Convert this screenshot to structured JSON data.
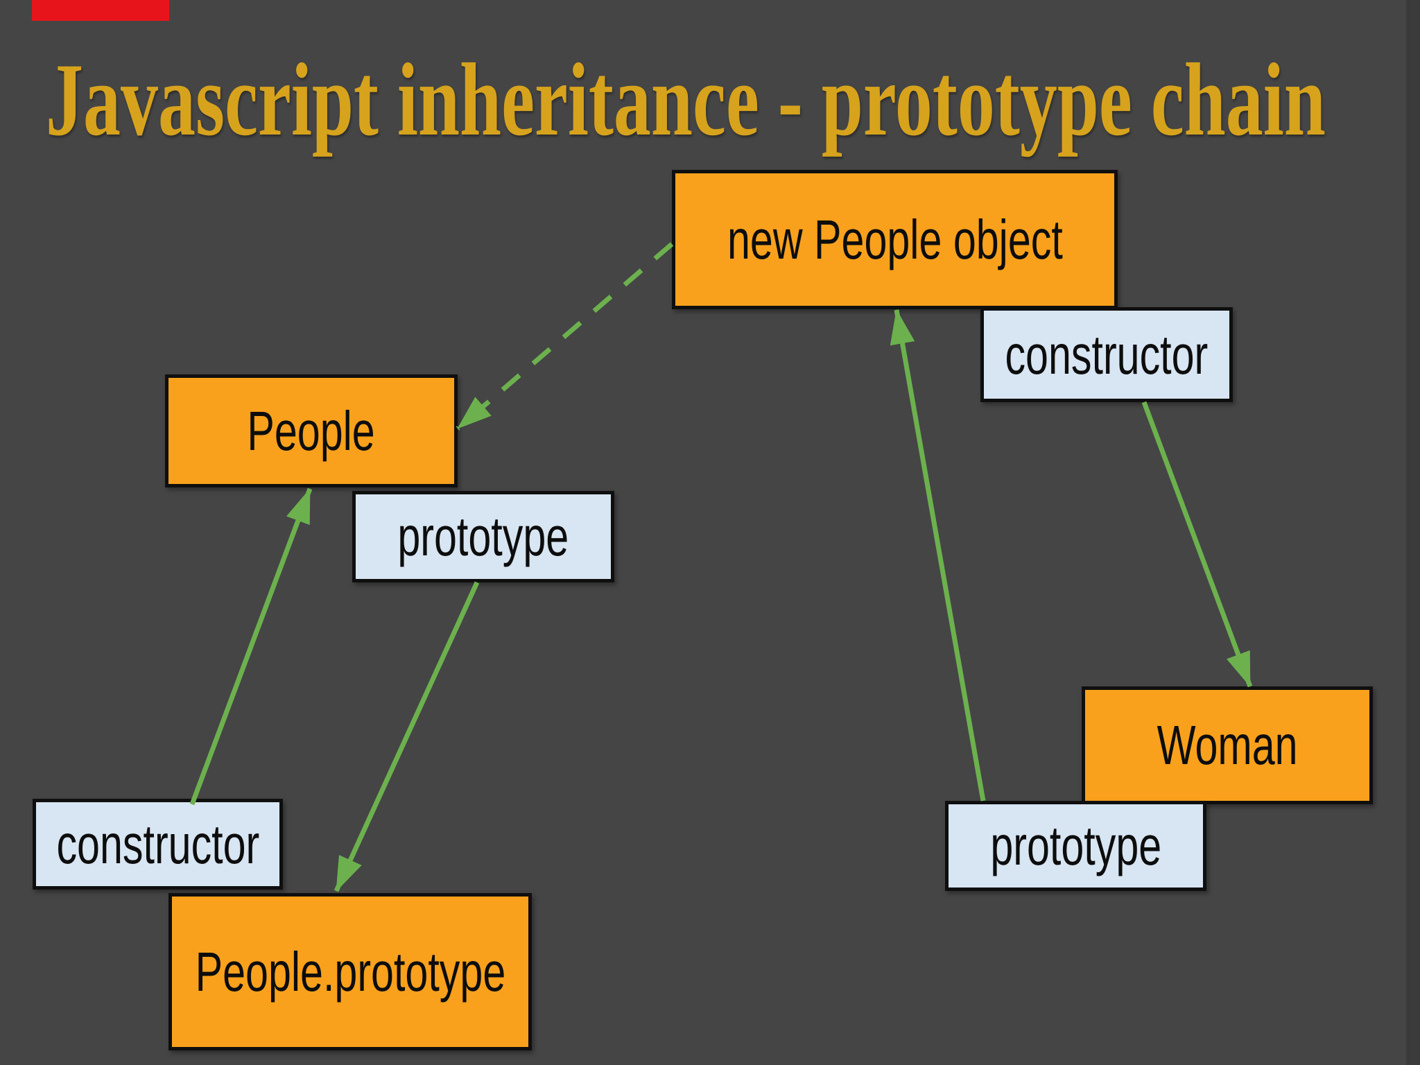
{
  "slide": {
    "title": "Javascript inheritance - prototype chain"
  },
  "colors": {
    "background": "#454545",
    "title_text": "#d7a31d",
    "node_fill_orange": "#f9a11c",
    "node_fill_blue": "#d8e5f2",
    "node_border": "#0f0f0f",
    "label_text": "#0d0d0d",
    "arrow_green": "#6cb14e",
    "progress_bar_red": "#e8141c"
  },
  "nodes": {
    "new_people_object": {
      "label": "new People object",
      "fill": "orange"
    },
    "constructor_right": {
      "label": "constructor",
      "fill": "blue"
    },
    "people": {
      "label": "People",
      "fill": "orange"
    },
    "prototype_left": {
      "label": "prototype",
      "fill": "blue"
    },
    "woman": {
      "label": "Woman",
      "fill": "orange"
    },
    "prototype_right": {
      "label": "prototype",
      "fill": "blue"
    },
    "constructor_left": {
      "label": "constructor",
      "fill": "blue"
    },
    "people_prototype": {
      "label": "People.prototype",
      "fill": "orange"
    }
  },
  "edges": [
    {
      "id": "constructor-left-to-people",
      "from": "constructor_left",
      "to": "people",
      "style": "solid",
      "arrowhead_at": "people"
    },
    {
      "id": "prototype-left-to-people-prototype",
      "from": "prototype_left",
      "to": "people_prototype",
      "style": "solid",
      "arrowhead_at": "people_prototype"
    },
    {
      "id": "new-people-object-to-people",
      "from": "new_people_object",
      "to": "people",
      "style": "dashed",
      "arrowhead_at": "people"
    },
    {
      "id": "prototype-right-to-new-people-object",
      "from": "prototype_right",
      "to": "new_people_object",
      "style": "solid",
      "arrowhead_at": "new_people_object"
    },
    {
      "id": "constructor-right-to-woman",
      "from": "constructor_right",
      "to": "woman",
      "style": "solid",
      "arrowhead_at": "woman"
    }
  ]
}
